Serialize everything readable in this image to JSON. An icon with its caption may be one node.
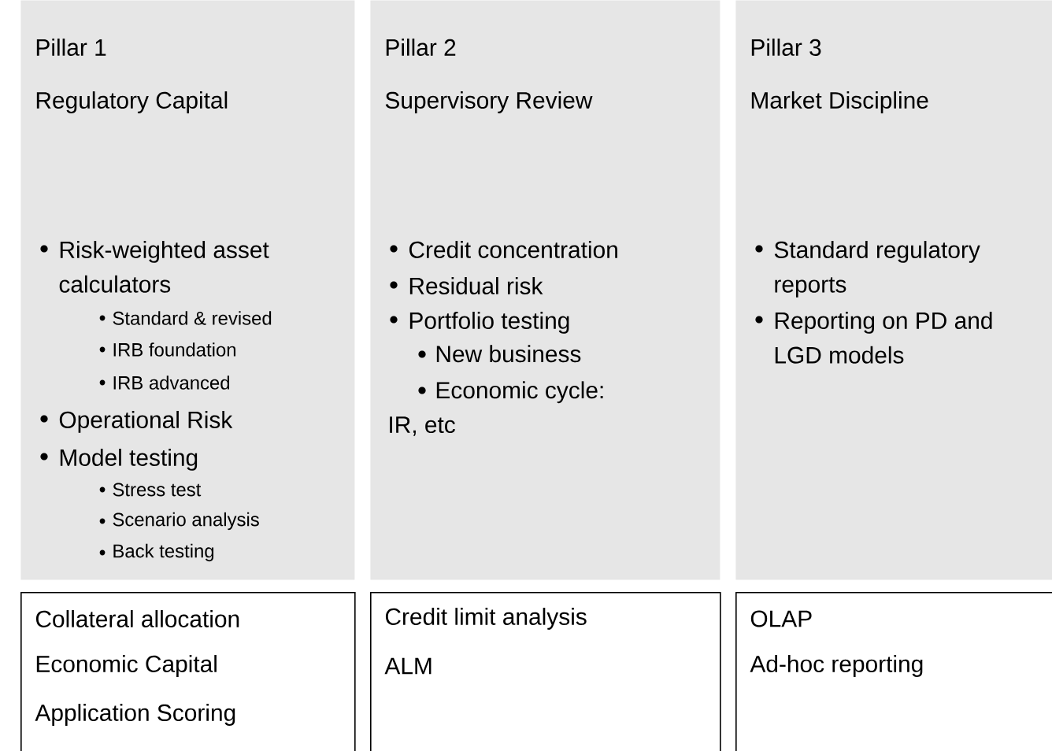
{
  "diagram": {
    "nodes": [
      {
        "text": [
          "Pillar 1",
          "Regulatory Capital",
          "Risk-weighted asset calculators",
          "Standard & revised",
          "IRB foundation",
          "IRB advanced",
          "Operational Risk",
          "Model testing",
          "Stress test",
          "Scenario analysis",
          "Back testing"
        ]
      },
      {
        "text": [
          "Pillar 2",
          "Supervisory Review",
          "Credit concentration",
          "Residual risk",
          "Portfolio testing",
          "New business",
          "Economic cycle: IR, etc"
        ]
      },
      {
        "text": [
          "Pillar 3",
          "Market Discipline",
          "Standard regulatory reports",
          "Reporting on PD and LGD models"
        ]
      },
      {
        "text": [
          "Collateral allocation",
          "Economic Capital",
          "Application Scoring"
        ]
      },
      {
        "text": [
          "Credit limit analysis",
          "ALM"
        ]
      },
      {
        "text": [
          "OLAP",
          "Ad-hoc reporting"
        ]
      }
    ]
  }
}
